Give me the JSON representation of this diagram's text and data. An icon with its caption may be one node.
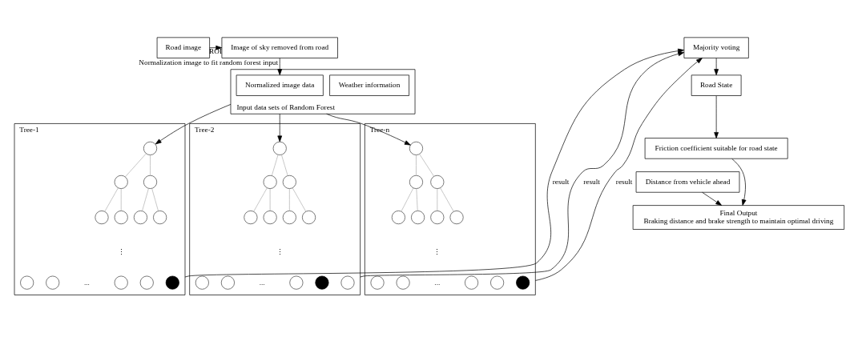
{
  "diagram": {
    "nodes": [
      {
        "text": [
          "Road image"
        ]
      },
      {
        "text": [
          "Image of sky removed from road"
        ]
      },
      {
        "text": [
          "Input data sets of Random Forest"
        ]
      },
      {
        "text": [
          "Weather information"
        ],
        "in": 2
      },
      {
        "text": [
          "Normalized image data"
        ],
        "in": 2
      },
      {
        "text": [
          "Tree-1"
        ]
      },
      {
        "text": [],
        "shape": "circle",
        "in": 5
      },
      {
        "text": [],
        "shape": "circle",
        "in": 5
      },
      {
        "text": [],
        "shape": "circle",
        "in": 5
      },
      {
        "text": [],
        "shape": "circle",
        "in": 5
      },
      {
        "text": [],
        "shape": "circle",
        "in": 5
      },
      {
        "text": [],
        "shape": "circle",
        "in": 5
      },
      {
        "text": [],
        "shape": "circle",
        "in": 5
      },
      {
        "text": [],
        "shape": "circle",
        "in": 5
      },
      {
        "text": [],
        "shape": "circle",
        "in": 5
      },
      {
        "text": [],
        "shape": "circle",
        "in": 5
      },
      {
        "text": [],
        "shape": "circle",
        "in": 5
      },
      {
        "text": [],
        "shape": "dot",
        "in": 5
      },
      {
        "text": [
          "Tree-2"
        ]
      },
      {
        "text": [],
        "shape": "circle",
        "in": 18
      },
      {
        "text": [],
        "shape": "circle",
        "in": 18
      },
      {
        "text": [],
        "shape": "circle",
        "in": 18
      },
      {
        "text": [],
        "shape": "circle",
        "in": 18
      },
      {
        "text": [],
        "shape": "circle",
        "in": 18
      },
      {
        "text": [],
        "shape": "circle",
        "in": 18
      },
      {
        "text": [],
        "shape": "circle",
        "in": 18
      },
      {
        "text": [],
        "shape": "circle",
        "in": 18
      },
      {
        "text": [],
        "shape": "circle",
        "in": 18
      },
      {
        "text": [],
        "shape": "circle",
        "in": 18
      },
      {
        "text": [],
        "shape": "dot",
        "in": 18
      },
      {
        "text": [],
        "shape": "circle",
        "in": 18
      },
      {
        "text": [
          "Tree-n"
        ]
      },
      {
        "text": [],
        "shape": "circle",
        "in": 31
      },
      {
        "text": [],
        "shape": "circle",
        "in": 31
      },
      {
        "text": [],
        "shape": "circle",
        "in": 31
      },
      {
        "text": [],
        "shape": "circle",
        "in": 31
      },
      {
        "text": [],
        "shape": "circle",
        "in": 31
      },
      {
        "text": [],
        "shape": "circle",
        "in": 31
      },
      {
        "text": [],
        "shape": "circle",
        "in": 31
      },
      {
        "text": [],
        "shape": "circle",
        "in": 31
      },
      {
        "text": [],
        "shape": "circle",
        "in": 31
      },
      {
        "text": [],
        "shape": "circle",
        "in": 31
      },
      {
        "text": [],
        "shape": "circle",
        "in": 31
      },
      {
        "text": [],
        "shape": "dot",
        "in": 31
      },
      {
        "text": [
          "Majority voting"
        ]
      },
      {
        "text": [
          "Road State"
        ]
      },
      {
        "text": [
          "Friction coefficient suitable for road state"
        ]
      },
      {
        "text": [
          "Distance from vehicle ahead"
        ]
      },
      {
        "text": [
          "Final Output",
          "Braking distance and brake strength to maintain optimal driving"
        ]
      }
    ],
    "edges": [
      {
        "from": 0,
        "to": 1,
        "arrow": "to",
        "label": "ROI",
        "color": "#000000"
      },
      {
        "from": 1,
        "to": 4,
        "arrow": "to",
        "label": "Normalization image to fit random forest input",
        "color": "#000000"
      },
      {
        "from": 2,
        "to": 6,
        "arrow": "to",
        "color": "#000000"
      },
      {
        "from": 2,
        "to": 19,
        "arrow": "to",
        "color": "#000000"
      },
      {
        "from": 2,
        "to": 32,
        "arrow": "to",
        "color": "#000000"
      },
      {
        "from": 6,
        "to": 7,
        "arrow": "none",
        "color": "#b0b0b0"
      },
      {
        "from": 6,
        "to": 8,
        "arrow": "none",
        "color": "#b0b0b0"
      },
      {
        "from": 7,
        "to": 9,
        "arrow": "none",
        "color": "#b0b0b0"
      },
      {
        "from": 7,
        "to": 10,
        "arrow": "none",
        "color": "#b0b0b0"
      },
      {
        "from": 8,
        "to": 11,
        "arrow": "none",
        "color": "#b0b0b0"
      },
      {
        "from": 8,
        "to": 12,
        "arrow": "none",
        "color": "#b0b0b0"
      },
      {
        "from": 19,
        "to": 20,
        "arrow": "none",
        "color": "#b0b0b0"
      },
      {
        "from": 19,
        "to": 21,
        "arrow": "none",
        "color": "#b0b0b0"
      },
      {
        "from": 20,
        "to": 22,
        "arrow": "none",
        "color": "#b0b0b0"
      },
      {
        "from": 20,
        "to": 23,
        "arrow": "none",
        "color": "#b0b0b0"
      },
      {
        "from": 21,
        "to": 24,
        "arrow": "none",
        "color": "#b0b0b0"
      },
      {
        "from": 21,
        "to": 25,
        "arrow": "none",
        "color": "#b0b0b0"
      },
      {
        "from": 32,
        "to": 33,
        "arrow": "none",
        "color": "#b0b0b0"
      },
      {
        "from": 32,
        "to": 34,
        "arrow": "none",
        "color": "#b0b0b0"
      },
      {
        "from": 33,
        "to": 35,
        "arrow": "none",
        "color": "#b0b0b0"
      },
      {
        "from": 33,
        "to": 36,
        "arrow": "none",
        "color": "#b0b0b0"
      },
      {
        "from": 34,
        "to": 37,
        "arrow": "none",
        "color": "#b0b0b0"
      },
      {
        "from": 34,
        "to": 38,
        "arrow": "none",
        "color": "#b0b0b0"
      },
      {
        "from": 5,
        "to": 44,
        "arrow": "to",
        "label": "result",
        "color": "#000000"
      },
      {
        "from": 18,
        "to": 44,
        "arrow": "to",
        "label": "result",
        "color": "#000000"
      },
      {
        "from": 31,
        "to": 44,
        "arrow": "to",
        "label": "result",
        "color": "#000000"
      },
      {
        "from": 44,
        "to": 45,
        "arrow": "to",
        "color": "#000000"
      },
      {
        "from": 45,
        "to": 46,
        "arrow": "to",
        "color": "#000000"
      },
      {
        "from": 46,
        "to": 48,
        "arrow": "to",
        "color": "#000000"
      },
      {
        "from": 47,
        "to": 48,
        "arrow": "to",
        "color": "#000000"
      }
    ],
    "labels": [
      "⋮",
      "...",
      "⋮",
      "...",
      "⋮",
      "..."
    ]
  }
}
